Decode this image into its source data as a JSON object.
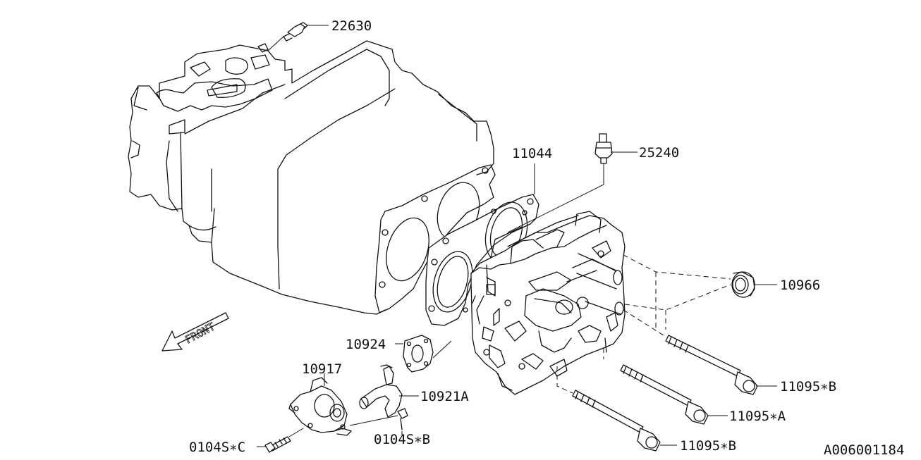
{
  "diagram_id": "A006001184",
  "front_label": "FRONT",
  "parts": {
    "p22630": "22630",
    "p11044": "11044",
    "p25240": "25240",
    "p10966": "10966",
    "p10924": "10924",
    "p10917": "10917",
    "p10921A": "10921A",
    "p11095B_upper": "11095∗B",
    "p11095A": "11095∗A",
    "p11095B_lower": "11095∗B",
    "p0104SC": "0104S∗C",
    "p0104SB": "0104S∗B"
  }
}
